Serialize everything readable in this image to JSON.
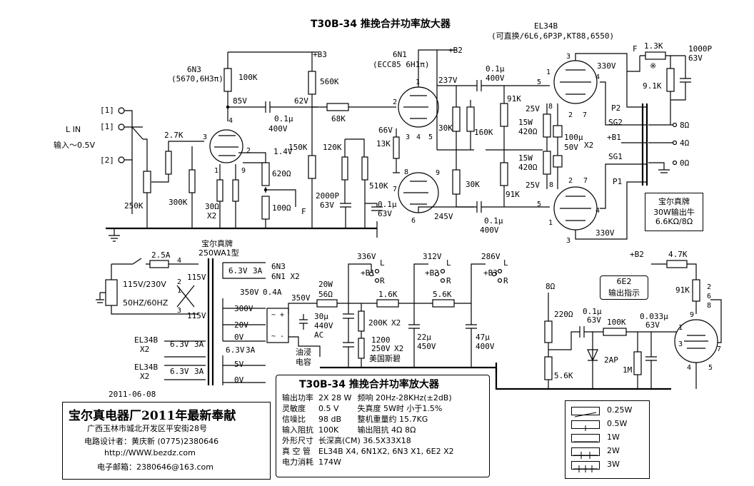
{
  "title": "T30B-34 推挽合并功率放大器",
  "output_tube": {
    "name": "EL34B",
    "alts": "(可直换/6L6,6P3P,KT88,6550)"
  },
  "input": {
    "jack_labels": [
      "[1]",
      "[1]",
      "[2]"
    ],
    "label": "L IN",
    "sens": "输入～0.5V"
  },
  "preamp": {
    "tube": "6N3",
    "tube_sub": "(5670,6H3π)",
    "parts": [
      "100K",
      "85V",
      "2.7K",
      "1.4V",
      "620Ω",
      "100Ω",
      "30Ω",
      "X2",
      "300K",
      "250K",
      "0.1μ",
      "400V",
      "F"
    ],
    "pins": [
      "4",
      "3",
      "2",
      "1",
      "9"
    ]
  },
  "b3": {
    "label": "+B3",
    "parts": [
      "560K",
      "62V",
      "150K",
      "68K"
    ]
  },
  "driver": {
    "tube": "6N1",
    "tube_sub": "(ECC85 6H1π)",
    "parts": [
      "120K",
      "2000P",
      "63V",
      "510K",
      "0.1μ",
      "63V",
      "66V",
      "13K",
      "237V",
      "245V",
      "30K",
      "160K",
      "30K"
    ],
    "pins": [
      "2",
      "1",
      "3",
      "4",
      "5",
      "8",
      "7",
      "6",
      "9"
    ]
  },
  "b2": {
    "label": "+B2"
  },
  "output": {
    "coupling": [
      "0.1μ",
      "400V",
      "0.1μ",
      "400V"
    ],
    "parts": [
      "91K",
      "91K",
      "25V",
      "25V",
      "15W",
      "420Ω",
      "15W",
      "420Ω",
      "100μ",
      "50V",
      "X2",
      "330V",
      "330V"
    ],
    "pins_top": [
      "3",
      "5",
      "1",
      "4",
      "8",
      "2",
      "7"
    ],
    "pins_bottom": [
      "8",
      "2",
      "7",
      "5",
      "1",
      "4",
      "3"
    ]
  },
  "transformer": {
    "taps": [
      "P2",
      "SG2",
      "+B1",
      "SG1",
      "P1"
    ],
    "out": [
      "8Ω",
      "4Ω",
      "0Ω"
    ],
    "nfb": [
      "F",
      "1.3K",
      "※",
      "9.1K",
      "1000P",
      "63V"
    ]
  },
  "output_transformer_box": {
    "brand": "宝尔真牌",
    "spec": "30W输出牛",
    "imp": "6.6KΩ/8Ω"
  },
  "power": {
    "brand": "宝尔真牌",
    "model": "250WA1型",
    "fuse": "2.5A",
    "mains": [
      "115V/230V",
      "50HZ/60HZ"
    ],
    "primary": [
      "115V",
      "115V"
    ],
    "pri_pins": [
      "4",
      "2",
      "1",
      "3"
    ],
    "windings": [
      {
        "v": "6.3V",
        "a": "3A",
        "load": "6N3"
      },
      {
        "v": "",
        "a": "",
        "load": "6N1 X2"
      },
      {
        "v": "6.3V",
        "a": "3A",
        "load": "EL34B"
      },
      {
        "v": "6.3V",
        "a": "3A",
        "load": "EL34B"
      }
    ],
    "ht": [
      "350V",
      "0.4A",
      "300V",
      "20V",
      "0V",
      "6.3V",
      "3A",
      "5V",
      "0V"
    ],
    "heater_mult": [
      "X2",
      "X2"
    ],
    "rect": [
      "350V",
      "30μ",
      "440V",
      "AC"
    ],
    "oilcap": [
      "油浸",
      "电容"
    ]
  },
  "supply": {
    "rails": [
      "336V",
      "+B1",
      "L",
      "R",
      "312V",
      "+B2",
      "L",
      "R",
      "286V",
      "+B3",
      "L",
      "R"
    ],
    "parts": [
      "20W",
      "56Ω",
      "1.6K",
      "5.6K",
      "200K",
      "X2",
      "1200",
      "250V",
      "X2",
      "美国斯碧",
      "22μ",
      "450V",
      "47μ",
      "400V"
    ]
  },
  "indicator": {
    "b2": "+B2",
    "box": [
      "6E2",
      "输出指示"
    ],
    "parts": [
      "8Ω",
      "4.7K",
      "91K",
      "220Ω",
      "0.1μ",
      "63V",
      "100K",
      "0.033μ",
      "63V",
      "2AP",
      "1M",
      "5.6K"
    ],
    "pins": [
      "2",
      "6",
      "8",
      "9",
      "1",
      "3",
      "7",
      "4",
      "5"
    ]
  },
  "date": "2011-06-08",
  "company": {
    "name": "宝尔真电器厂2011年最新奉献",
    "address": "广西玉林市城北开发区平安街28号",
    "designer": "电路设计者：黄庆新   (0775)2380646",
    "url": "http://WWW.bezdz.com",
    "email": "电子邮箱：2380646@163.com"
  },
  "specs": {
    "title": "T30B-34 推挽合并功率放大器",
    "rows": [
      [
        "输出功率",
        "2X 28 W",
        "频响 20Hz-28KHz(±2dB)"
      ],
      [
        "灵敏度",
        "0.5 V",
        "失真度   5W时 小于1.5%"
      ],
      [
        "信噪比",
        "98 dB",
        "整机重量约  15.7KG"
      ],
      [
        "输入阻抗",
        "100K",
        "输出阻抗    4Ω  8Ω"
      ],
      [
        "外形尺寸",
        "长深高(CM) 36.5X33X18",
        ""
      ],
      [
        "真 空 管",
        "EL34B X4, 6N1X2, 6N3 X1, 6E2 X2",
        ""
      ],
      [
        "电力消耗",
        "174W",
        ""
      ]
    ]
  },
  "legend": [
    "0.25W",
    "0.5W",
    "1W",
    "2W",
    "3W"
  ]
}
